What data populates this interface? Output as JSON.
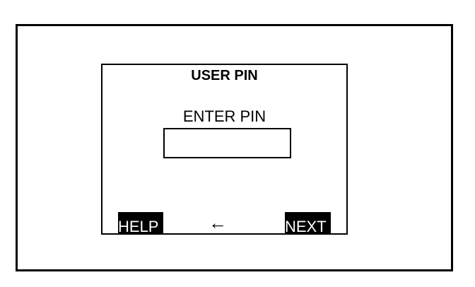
{
  "screen": {
    "title": "USER PIN",
    "prompt": "ENTER PIN",
    "pin_input": {
      "value": "",
      "placeholder": ""
    }
  },
  "softkeys": {
    "help_label": "HELP",
    "back_glyph": "←",
    "back_icon": "left-arrow-icon",
    "next_label": "NEXT"
  },
  "colors": {
    "key_background": "#000000",
    "key_text": "#ffffff",
    "border": "#000000"
  }
}
